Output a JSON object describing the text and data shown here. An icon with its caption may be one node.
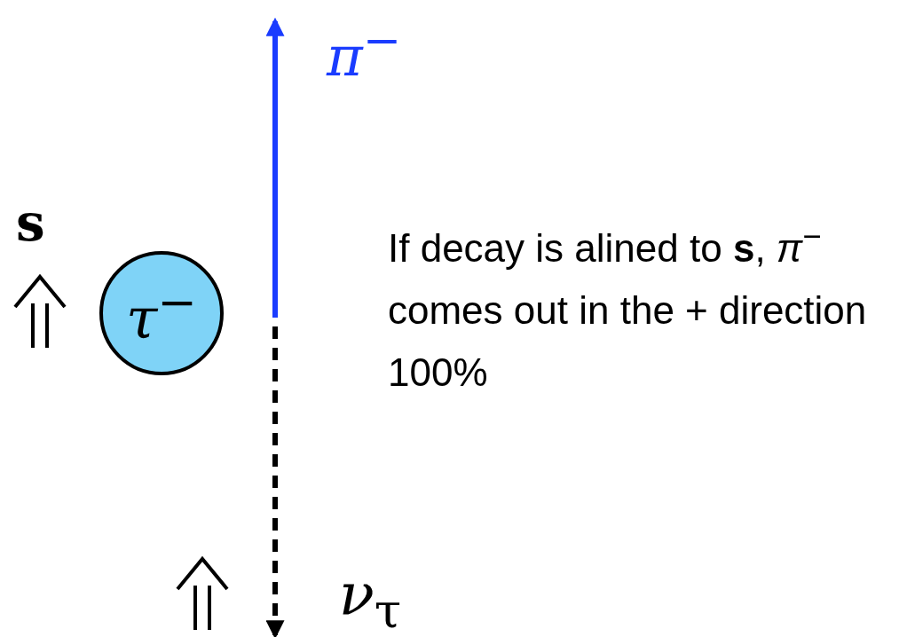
{
  "diagram": {
    "nodes": [
      {
        "text": [
          "*τ*$^{−}$"
        ]
      },
      {
        "text": [
          "*π*$^{−}$"
        ]
      },
      {
        "text": [
          "*ν*$_{τ}$"
        ]
      }
    ],
    "edges": [
      {
        "from": null,
        "to": 1,
        "arrow": "to",
        "color": "#1a3cff"
      },
      {
        "from": null,
        "to": 2,
        "arrow": "to",
        "style": "dashed",
        "color": "#000000"
      }
    ],
    "labels": [
      "s",
      "If decay is alined to **s**, *π*$^{−}$ comes out in the + direction 100%"
    ]
  }
}
